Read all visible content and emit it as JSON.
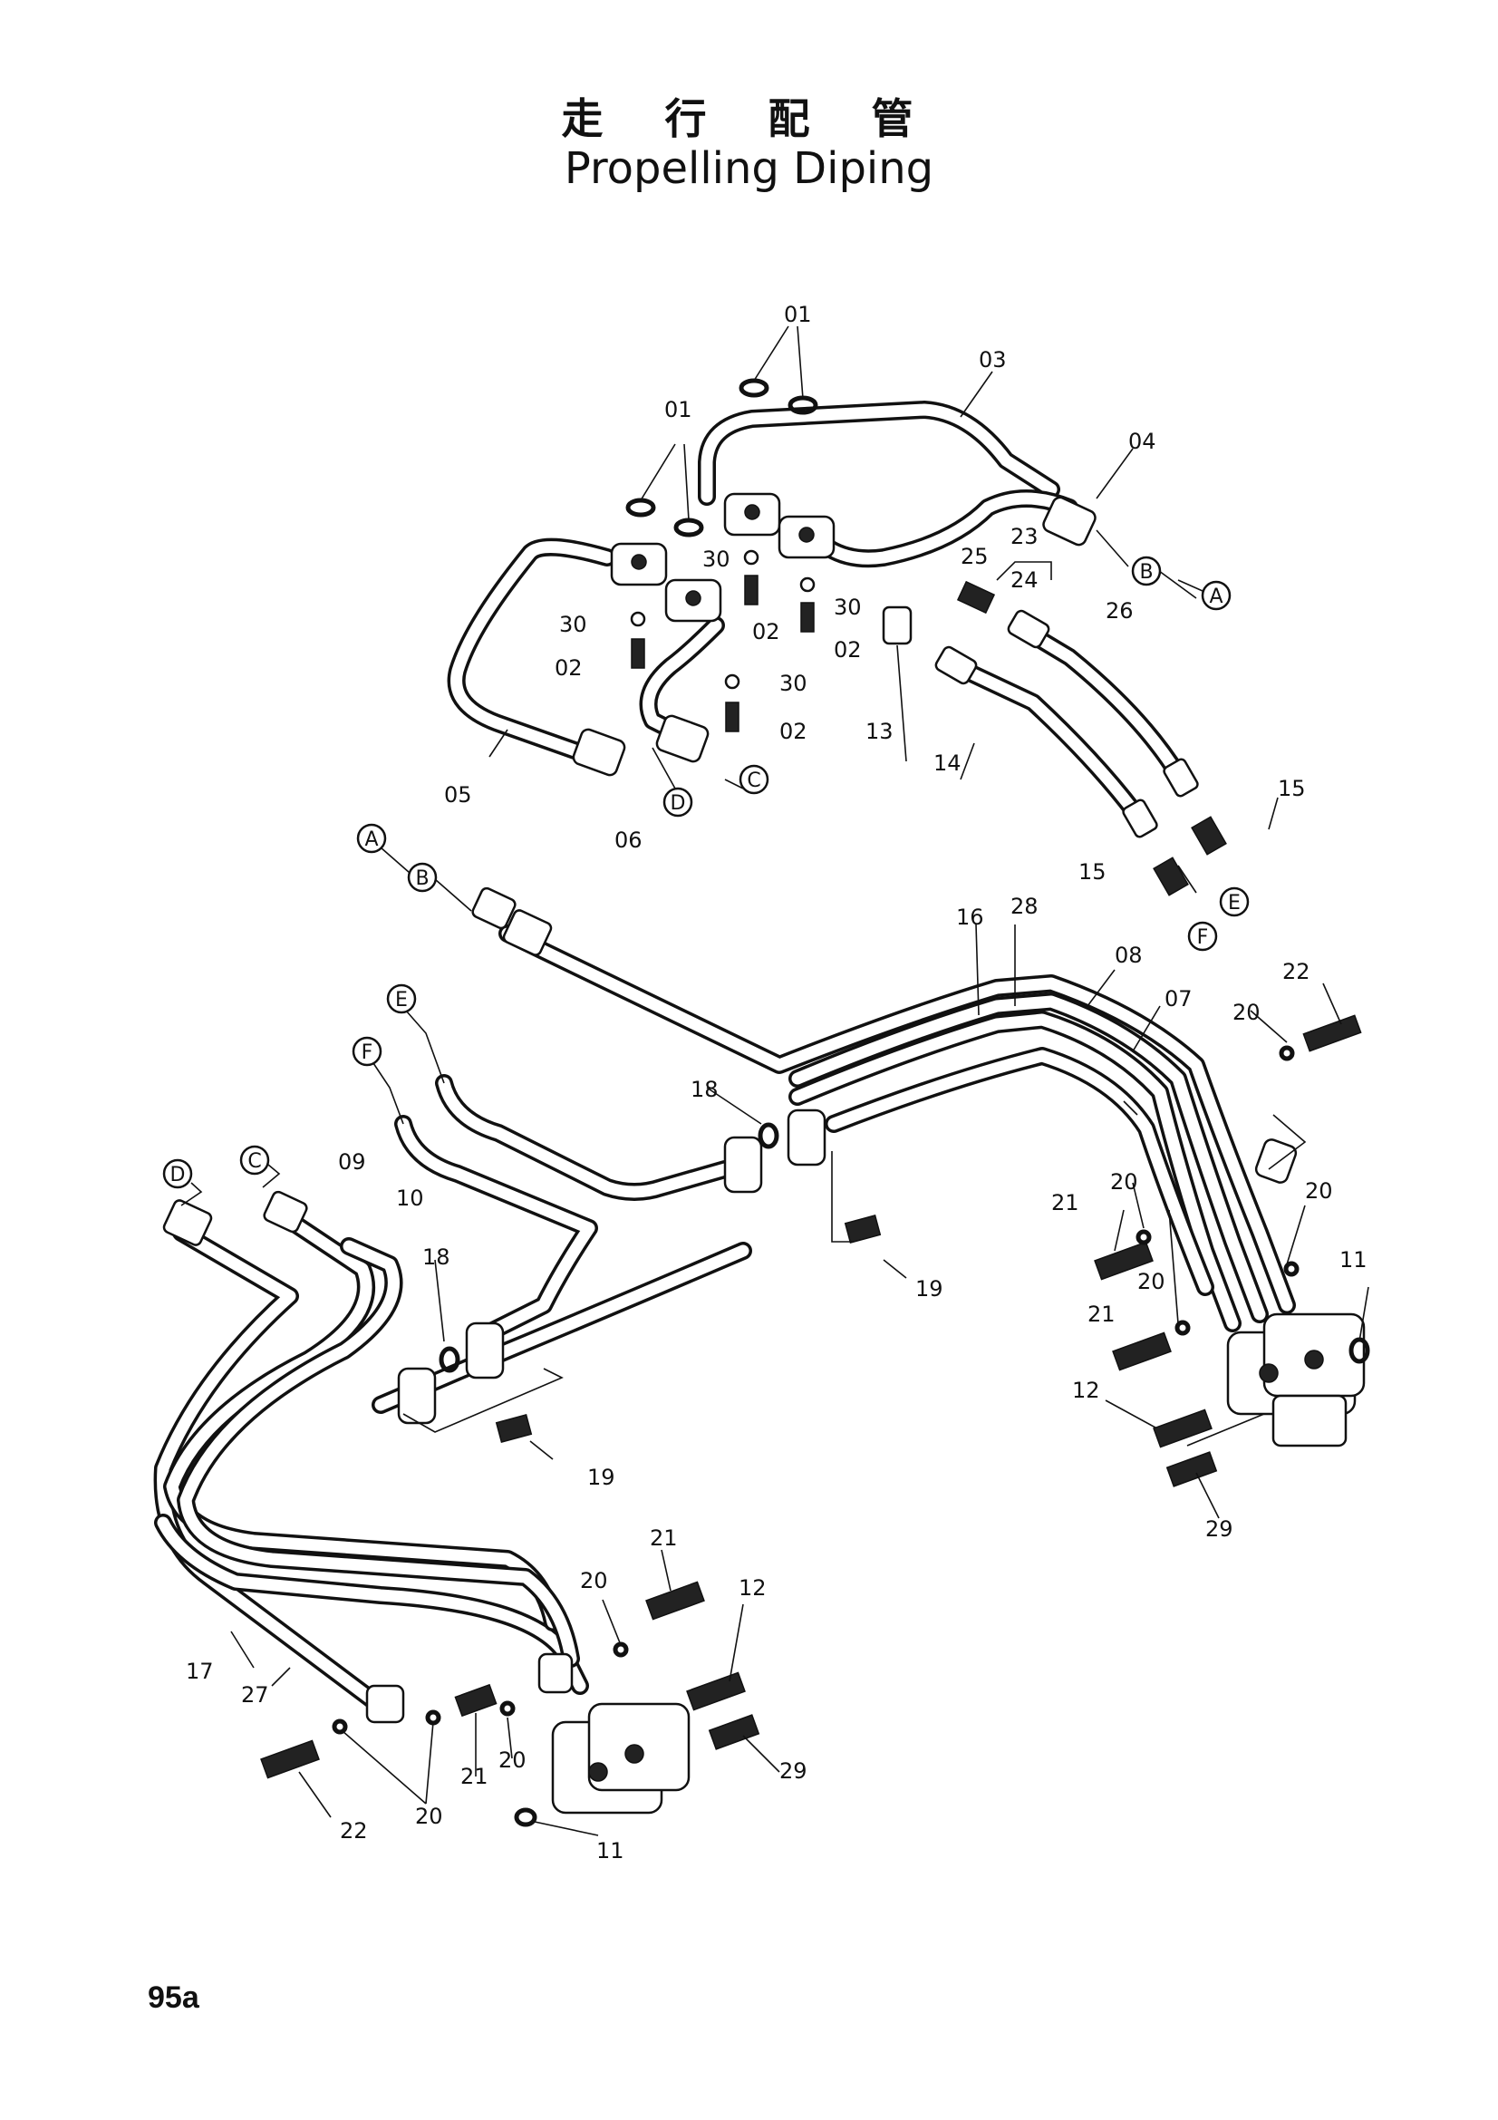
{
  "title": {
    "japanese": "走 行 配 管",
    "english": "Propelling Diping"
  },
  "page_number": "95a",
  "part_labels": {
    "p01a": "01",
    "p01b": "01",
    "p03": "03",
    "p04": "04",
    "p05": "05",
    "p06": "06",
    "p07": "07",
    "p08": "08",
    "p09": "09",
    "p10": "10",
    "p02a": "02",
    "p02b": "02",
    "p02c": "02",
    "p02d": "02",
    "p30a": "30",
    "p30b": "30",
    "p30c": "30",
    "p30d": "30",
    "p23": "23",
    "p24": "24",
    "p25": "25",
    "p26": "26",
    "p13": "13",
    "p14": "14",
    "p15a": "15",
    "p15b": "15",
    "p16": "16",
    "p28": "28",
    "p18a": "18",
    "p18b": "18",
    "p19a": "19",
    "p19b": "19",
    "p20a": "20",
    "p20b": "20",
    "p20c": "20",
    "p20d": "20",
    "p20e": "20",
    "p20f": "20",
    "p20g": "20",
    "p21a": "21",
    "p21b": "21",
    "p21c": "21",
    "p21d": "21",
    "p22a": "22",
    "p22b": "22",
    "p11a": "11",
    "p11b": "11",
    "p12a": "12",
    "p12b": "12",
    "p29a": "29",
    "p29b": "29",
    "p17": "17",
    "p27": "27"
  },
  "connection_refs": {
    "A_top": "A",
    "B_top": "B",
    "C_top": "C",
    "D_top": "D",
    "E_top": "E",
    "F_top": "F",
    "A_mid": "A",
    "B_mid": "B",
    "E_mid": "E",
    "F_mid": "F",
    "C_low": "C",
    "D_low": "D"
  }
}
